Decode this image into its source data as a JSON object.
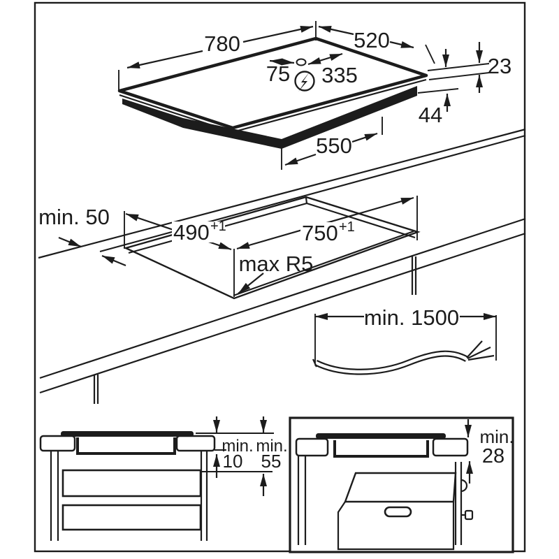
{
  "title": "hob-installation-diagram",
  "colors": {
    "ink": "#1c1c1c",
    "background": "#ffffff"
  },
  "hob": {
    "width": "780",
    "depth": "520",
    "connection_offset_left": "75",
    "connection_offset_right": "335",
    "glass_thickness": "23",
    "body_height": "44",
    "body_width": "550",
    "power_icon": "lightning-in-circle"
  },
  "cutout": {
    "back_clearance": "min. 50",
    "depth": "490",
    "depth_tolerance": "+1",
    "width": "750",
    "width_tolerance": "+1",
    "corner_radius": "max R5"
  },
  "cable": {
    "length": "min. 1500"
  },
  "drawer_panel": {
    "min_label_1": "min.",
    "gap_below_hob": "10",
    "min_label_2": "min.",
    "gap_to_drawer": "55"
  },
  "oven_panel": {
    "min_label": "min.",
    "gap_above_oven": "28"
  }
}
